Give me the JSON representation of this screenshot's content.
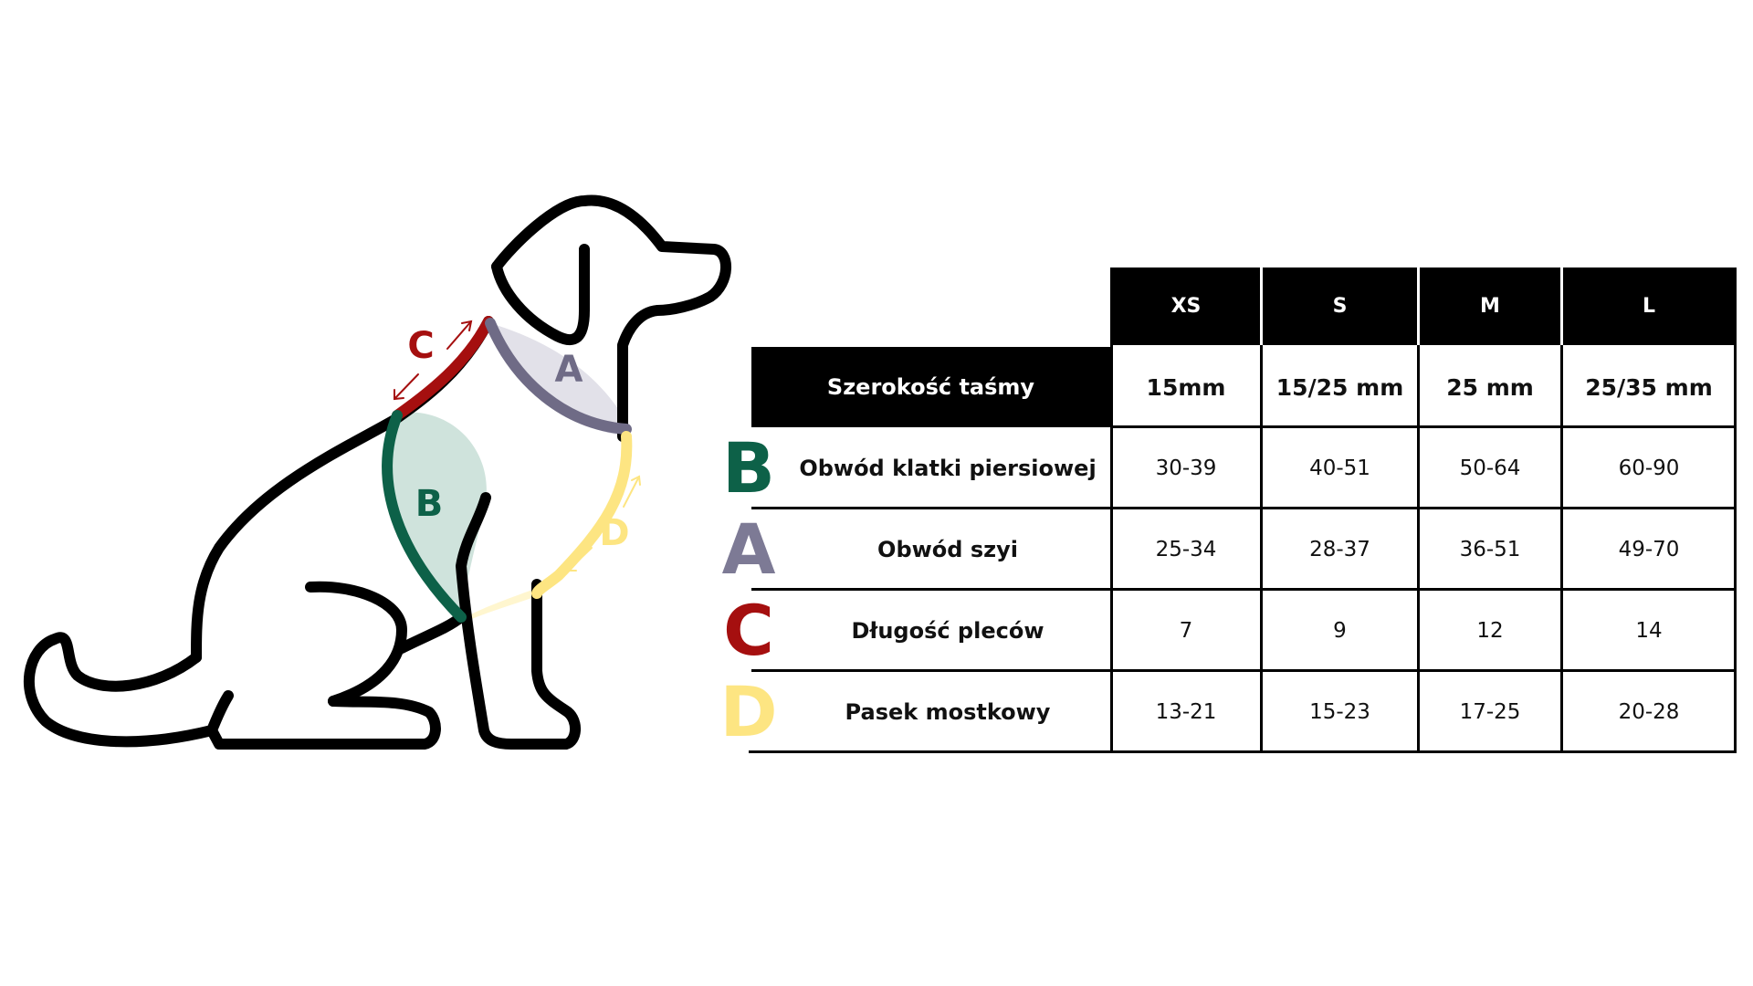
{
  "figure": {
    "labels": {
      "A": "A",
      "B": "B",
      "C": "C",
      "D": "D"
    },
    "colors": {
      "A": "#6f6b86",
      "A_fill": "#e2e1e9",
      "B": "#0d6148",
      "B_fill": "#cfe3dc",
      "C": "#a50f0f",
      "D": "#fde582",
      "D_fill": "#fff6cf",
      "outline": "#000000"
    }
  },
  "table": {
    "sizes": [
      "XS",
      "S",
      "M",
      "L"
    ],
    "width_row": {
      "label": "Szerokość taśmy",
      "values": [
        "15mm",
        "15/25 mm",
        "25 mm",
        "25/35 mm"
      ]
    },
    "rows": [
      {
        "letter": "B",
        "letter_color": "#0d6148",
        "label": "Obwód klatki piersiowej",
        "values": [
          "30-39",
          "40-51",
          "50-64",
          "60-90"
        ]
      },
      {
        "letter": "A",
        "letter_color": "#7d7a95",
        "label": "Obwód szyi",
        "values": [
          "25-34",
          "28-37",
          "36-51",
          "49-70"
        ]
      },
      {
        "letter": "C",
        "letter_color": "#a50f0f",
        "label": "Długość pleców",
        "values": [
          "7",
          "9",
          "12",
          "14"
        ]
      },
      {
        "letter": "D",
        "letter_color": "#fde582",
        "label": "Pasek mostkowy",
        "values": [
          "13-21",
          "15-23",
          "17-25",
          "20-28"
        ]
      }
    ]
  }
}
